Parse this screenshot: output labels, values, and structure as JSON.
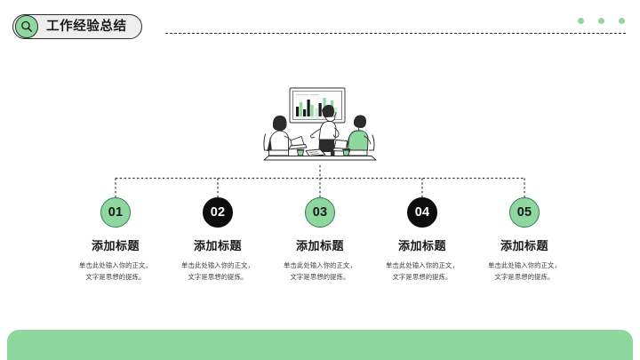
{
  "header": {
    "badge_icon": "search-icon",
    "title": "工作经验总结",
    "dots": [
      "dot-1",
      "dot-2",
      "dot-3"
    ]
  },
  "illustration": {
    "name": "business-meeting-presentation-illustration",
    "description": "团队会议演示插画",
    "board_icon": "bar-chart-board-icon"
  },
  "items": [
    {
      "number": "01",
      "style": "green",
      "title": "添加标题",
      "body_line1": "单击此处输入你的正文，",
      "body_line2": "文字是思想的提炼。"
    },
    {
      "number": "02",
      "style": "dark",
      "title": "添加标题",
      "body_line1": "单击此处输入你的正文，",
      "body_line2": "文字是思想的提炼。"
    },
    {
      "number": "03",
      "style": "green",
      "title": "添加标题",
      "body_line1": "单击此处输入你的正文，",
      "body_line2": "文字是思想的提炼。"
    },
    {
      "number": "04",
      "style": "dark",
      "title": "添加标题",
      "body_line1": "单击此处输入你的正文，",
      "body_line2": "文字是思想的提炼。"
    },
    {
      "number": "05",
      "style": "green",
      "title": "添加标题",
      "body_line1": "单击此处输入你的正文，",
      "body_line2": "文字是思想的提炼。"
    }
  ],
  "colors": {
    "accent_green": "#8ed79f",
    "accent_green_border": "#3c7a52",
    "dark": "#0d0d0d",
    "pill_background": "#eeeeee",
    "text_dark": "#17191a",
    "text_body": "#3d4043",
    "background": "#ffffff"
  }
}
